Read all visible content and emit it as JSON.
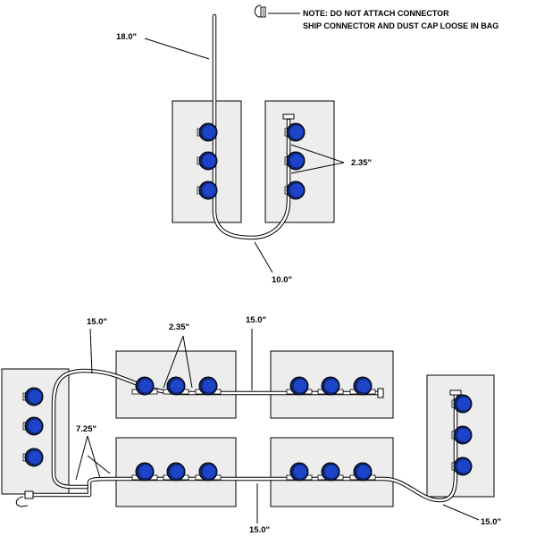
{
  "note": {
    "line1": "NOTE: DO NOT ATTACH CONNECTOR",
    "line2": "SHIP CONNECTOR AND DUST CAP LOOSE IN BAG",
    "icon": "connector-icon"
  },
  "top_assembly": {
    "label_riser": "18.0\"",
    "label_spacing": "2.35\"",
    "label_loop": "10.0\""
  },
  "bottom_assembly": {
    "label_top_left": "15.0\"",
    "label_spacing": "2.35\"",
    "label_top_mid": "15.0\"",
    "label_lower_left": "7.25\"",
    "label_bottom_mid": "15.0\"",
    "label_right": "15.0\""
  },
  "colors": {
    "panel_fill": "#ededed",
    "port_blue": "#1d43c9",
    "port_dark": "#0e2466",
    "line": "#000000"
  }
}
